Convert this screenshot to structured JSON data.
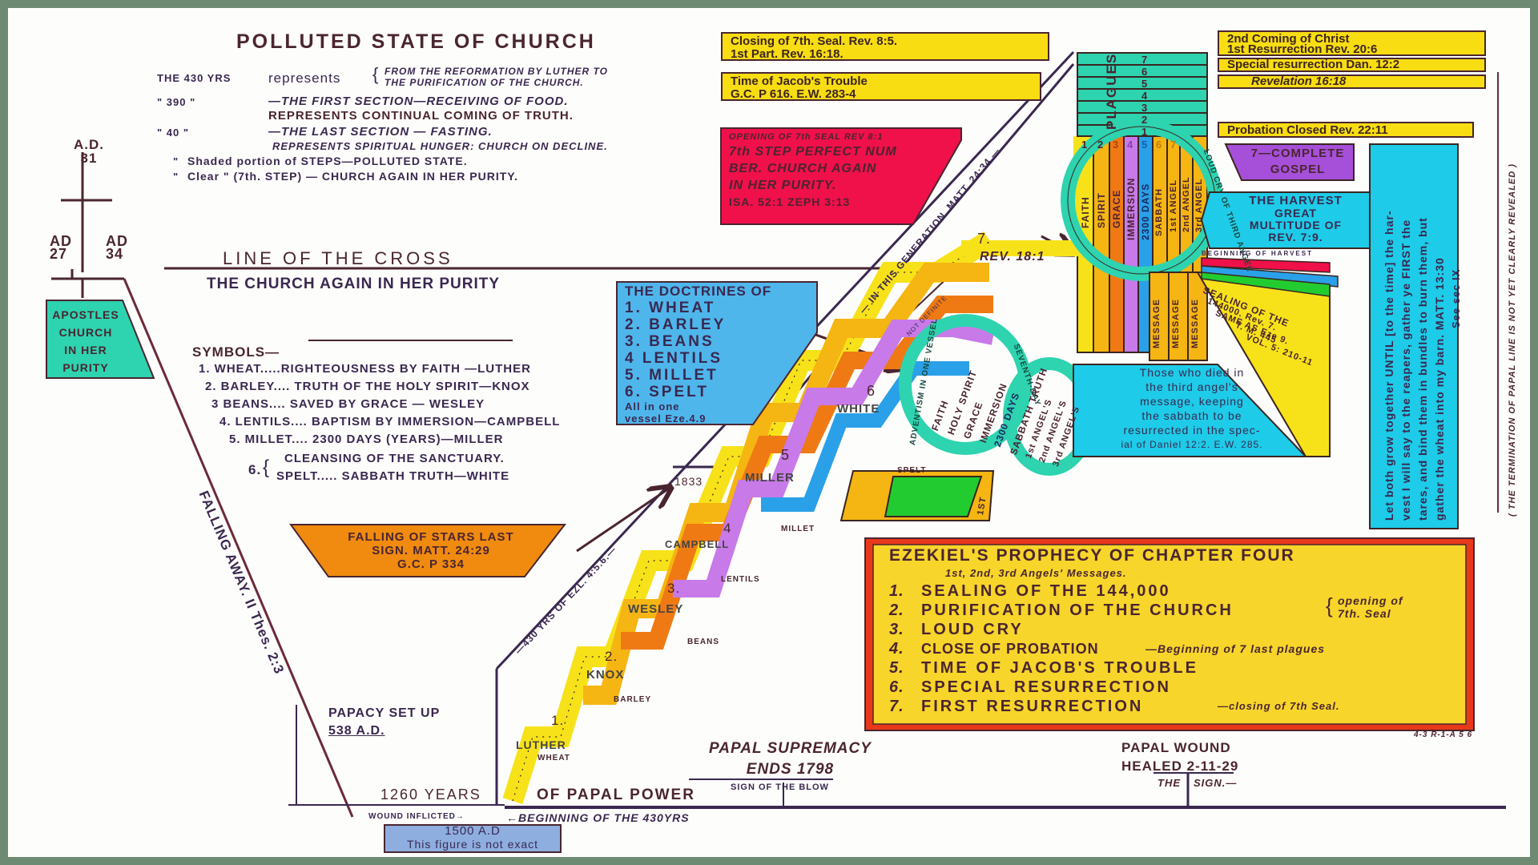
{
  "title": "POLLUTED STATE OF CHURCH",
  "legend_430": {
    "rows": [
      {
        "label": "THE 430 YRS",
        "text": "represents",
        "brace": [
          "FROM THE REFORMATION BY LUTHER TO",
          "THE PURIFICATION OF THE CHURCH."
        ]
      },
      {
        "label": "\" 390 \"",
        "text": "—THE FIRST SECTION—RECEIVING OF FOOD.",
        "sub": "REPRESENTS CONTINUAL COMING OF TRUTH."
      },
      {
        "label": "\" 40 \"",
        "text": "—THE LAST SECTION — FASTING.",
        "sub": "REPRESENTS SPIRITUAL HUNGER: CHURCH ON DECLINE."
      },
      {
        "label": "\"",
        "text": "Shaded portion of STEPS—POLLUTED STATE."
      },
      {
        "label": "\"",
        "text": "Clear      \"      (7th. STEP) — CHURCH AGAIN IN HER PURITY."
      }
    ]
  },
  "cross": {
    "ad31": [
      "A.D.",
      "31"
    ],
    "ad27": [
      "AD",
      "27"
    ],
    "ad34": [
      "AD",
      "34"
    ],
    "apostles": [
      "APOSTLES",
      "CHURCH",
      "IN HER",
      "PURITY"
    ]
  },
  "line_of_cross": {
    "title": "LINE OF THE CROSS",
    "subtitle": "THE CHURCH AGAIN IN HER PURITY"
  },
  "symbols": {
    "heading": "SYMBOLS—",
    "items": [
      "1. WHEAT.....RIGHTEOUSNESS BY FAITH —LUTHER",
      "2. BARLEY.... TRUTH OF THE HOLY SPIRIT—KNOX",
      "3 BEANS.... SAVED BY GRACE — WESLEY",
      "4. LENTILS.... BAPTISM BY IMMERSION—CAMPBELL",
      "5. MILLET.... 2300 DAYS (YEARS)—MILLER",
      "CLEANSING OF THE SANCTUARY.",
      "SPELT..... SABBATH TRUTH—WHITE"
    ],
    "six_label": "6."
  },
  "doctrines": {
    "title": "THE DOCTRINES OF",
    "items": [
      "1. WHEAT",
      "2. BARLEY",
      "3. BEANS",
      "4 LENTILS",
      "5. MILLET",
      "6. SPELT"
    ],
    "footer": [
      "All in one",
      "vessel Eze.4.9"
    ]
  },
  "falling_stars": [
    "FALLING OF STARS LAST",
    "SIGN. MATT. 24:29",
    "G.C. P 334"
  ],
  "falling_away": "FALLING AWAY. II Thes. 2:3",
  "papacy": {
    "setup": [
      "PAPACY SET UP",
      "538 A.D."
    ],
    "years": "1260 YEARS",
    "power": "OF PAPAL POWER",
    "wound": "WOUND INFLICTED→",
    "beginning": "←BEGINNING OF THE 430YRS",
    "ad1500": [
      "1500 A.D",
      "This figure is not exact"
    ],
    "supremacy": [
      "PAPAL SUPREMACY",
      "ENDS 1798"
    ],
    "blow": "SIGN OF THE BLOW",
    "healed": [
      "PAPAL WOUND",
      "HEALED 2-11-29"
    ],
    "the_sign": [
      "THE",
      "SIGN.—"
    ]
  },
  "diagonals": {
    "ezekiel": "—430 YRS OF EZL. 4:5.6.—",
    "generation": "— IN THIS GENERATION. MATT. 24:34 —",
    "definite": "NOT DEFINITE"
  },
  "steps": [
    {
      "num": "1.",
      "name": "LUTHER",
      "grain": "WHEAT"
    },
    {
      "num": "2.",
      "name": "KNOX",
      "grain": "BARLEY"
    },
    {
      "num": "3.",
      "name": "WESLEY",
      "grain": "BEANS"
    },
    {
      "num": "4",
      "name": "CAMPBELL",
      "grain": "LENTILS"
    },
    {
      "num": "5",
      "name": "MILLER",
      "grain": "MILLET",
      "year": "1833"
    },
    {
      "num": "6",
      "name": "WHITE",
      "grain": "SPELT"
    },
    {
      "num": "7.",
      "name": "REV. 18:1"
    }
  ],
  "band_labels": [
    "FAITH",
    "HOLY SPIRIT",
    "GRACE",
    "IMMERSION",
    "2300 DAYS",
    "SABBATH TRUTH",
    "1st ANGEL'S",
    "2nd ANGEL'S",
    "3rd ANGEL'S"
  ],
  "column_labels": [
    "FAITH",
    "SPIRIT",
    "GRACE",
    "IMMERSION",
    "2300 DAYS",
    "SABBATH",
    "1st ANGEL",
    "2nd ANGEL",
    "3rd ANGEL"
  ],
  "column_numbers": [
    "1",
    "2",
    "3",
    "4",
    "5",
    "6",
    "7"
  ],
  "message_labels": [
    "MESSAGE",
    "MESSAGE",
    "MESSAGE"
  ],
  "ring_labels": {
    "lower": "ADVENTISM IN ONE VESSEL",
    "seventh": "SEVENTH-DAY",
    "upper": "LOUD CRY OF THIRD ANGEL"
  },
  "green_label": "1ST",
  "plagues": {
    "word": "PLAGUES",
    "numbers": [
      "7",
      "6",
      "5",
      "4",
      "3",
      "2",
      "1"
    ]
  },
  "top_labels": {
    "closing_seal": [
      "Closing of 7th. Seal. Rev. 8:5.",
      "1st Part.      Rev. 16:18."
    ],
    "jacob": [
      "Time of Jacob's Trouble",
      "G.C. P 616.   E.W. 283-4"
    ],
    "second_coming": [
      "2nd Coming of Christ",
      "1st Resurrection Rev. 20:6"
    ],
    "special_res": "Special resurrection Dan. 12:2",
    "revelation": "Revelation 16:18",
    "probation": "Probation Closed Rev. 22:11"
  },
  "seventh_seal": [
    "OPENING OF 7th SEAL REV 8:1",
    "7th STEP PERFECT NUM",
    "BER. CHURCH AGAIN",
    "IN HER PURITY.",
    "ISA. 52:1 ZEPH 3:13"
  ],
  "complete_gospel": [
    "7—COMPLETE",
    "GOSPEL"
  ],
  "harvest": [
    "THE HARVEST",
    "GREAT",
    "MULTITUDE OF",
    "REV. 7:9."
  ],
  "beginning_harvest": "BEGINNING OF HARVEST",
  "sealing": [
    "SEALING OF THE",
    "144000.   Rev. 7.",
    "SAME AS Eze 9.",
    "T. M. 445",
    "VOL. 5: 210-11"
  ],
  "those_who_died": [
    "Those who died in",
    "the third angel's",
    "message, keeping",
    "the sabbath to be",
    "resurrected in the spec-",
    "ial of Daniel 12:2.  E.W. 285."
  ],
  "let_both": [
    "Let both grow together UNTIL [to the time] the har-",
    "vest I will say to the reapers, gather ye FIRST the",
    "tares, and bind them in bundles to burn them, but",
    "gather the wheat into my barn. MATT. 13:30",
    "See sec IX"
  ],
  "termination": "( THE TERMINATION OF PAPAL LINE IS NOT YET CLEARLY REVEALED )",
  "ezekiel": {
    "title": "EZEKIEL'S PROPHECY OF CHAPTER FOUR",
    "subtitle": "1st, 2nd, 3rd Angels' Messages.",
    "items": [
      {
        "n": "1.",
        "text": "SEALING OF THE 144,000",
        "note": ""
      },
      {
        "n": "2.",
        "text": "PURIFICATION OF THE CHURCH",
        "note": ""
      },
      {
        "n": "3.",
        "text": "LOUD CRY",
        "note": ""
      },
      {
        "n": "4.",
        "text": "CLOSE OF PROBATION",
        "note": "—Beginning of 7 last plagues"
      },
      {
        "n": "5.",
        "text": "TIME OF JACOB'S TROUBLE",
        "note": ""
      },
      {
        "n": "6.",
        "text": "SPECIAL RESURRECTION",
        "note": ""
      },
      {
        "n": "7.",
        "text": "FIRST RESURRECTION",
        "note": "—closing of 7th Seal."
      }
    ],
    "brace_note": [
      "opening of",
      "7th. Seal"
    ],
    "code": "4-3 R-1-A 5 6"
  },
  "colors": {
    "frame": "#6e8a72",
    "ink": "#4a2530",
    "yellow": "#f7e21a",
    "gold": "#f5b512",
    "orange": "#ef7a14",
    "violet": "#c77ae8",
    "blue": "#2aa0e8",
    "cyan": "#1ecbe8",
    "teal": "#2ed3b0",
    "green": "#22cc30",
    "red": "#f0104a",
    "purple": "#a64fd8"
  }
}
